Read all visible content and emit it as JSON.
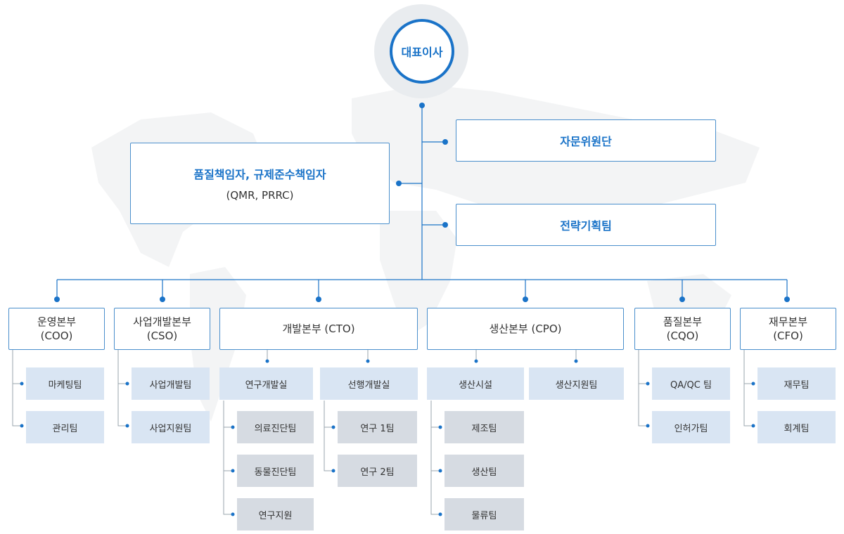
{
  "ceo": "대표이사",
  "advisory": "자문위원단",
  "strategy": "전략기획팀",
  "qmr": {
    "line1": "품질책임자, 규제준수책임자",
    "line2": "(QMR, PRRC)"
  },
  "divisions": {
    "coo": {
      "name": "운영본부",
      "code": "(COO)",
      "teams": [
        "마케팅팀",
        "관리팀"
      ]
    },
    "cso": {
      "name": "사업개발본부",
      "code": "(CSO)",
      "teams": [
        "사업개발팀",
        "사업지원팀"
      ]
    },
    "cto": {
      "name": "개발본부 (CTO)",
      "labs": [
        {
          "name": "연구개발실",
          "teams": [
            "의료진단팀",
            "동물진단팀",
            "연구지원"
          ]
        },
        {
          "name": "선행개발실",
          "teams": [
            "연구 1팀",
            "연구 2팀"
          ]
        }
      ]
    },
    "cpo": {
      "name": "생산본부 (CPO)",
      "units": [
        {
          "name": "생산시설",
          "teams": [
            "제조팀",
            "생산팀",
            "물류팀"
          ]
        },
        {
          "name": "생산지원팀"
        }
      ]
    },
    "cqo": {
      "name": "품질본부",
      "code": "(CQO)",
      "teams": [
        "QA/QC 팀",
        "인허가팀"
      ]
    },
    "cfo": {
      "name": "재무본부",
      "code": "(CFO)",
      "teams": [
        "재무팀",
        "회계팀"
      ]
    }
  },
  "colors": {
    "accent": "#1a73c8",
    "team_bg": "#d9e5f3",
    "sub_bg": "#d6dbe2",
    "line": "#1a73c8"
  }
}
